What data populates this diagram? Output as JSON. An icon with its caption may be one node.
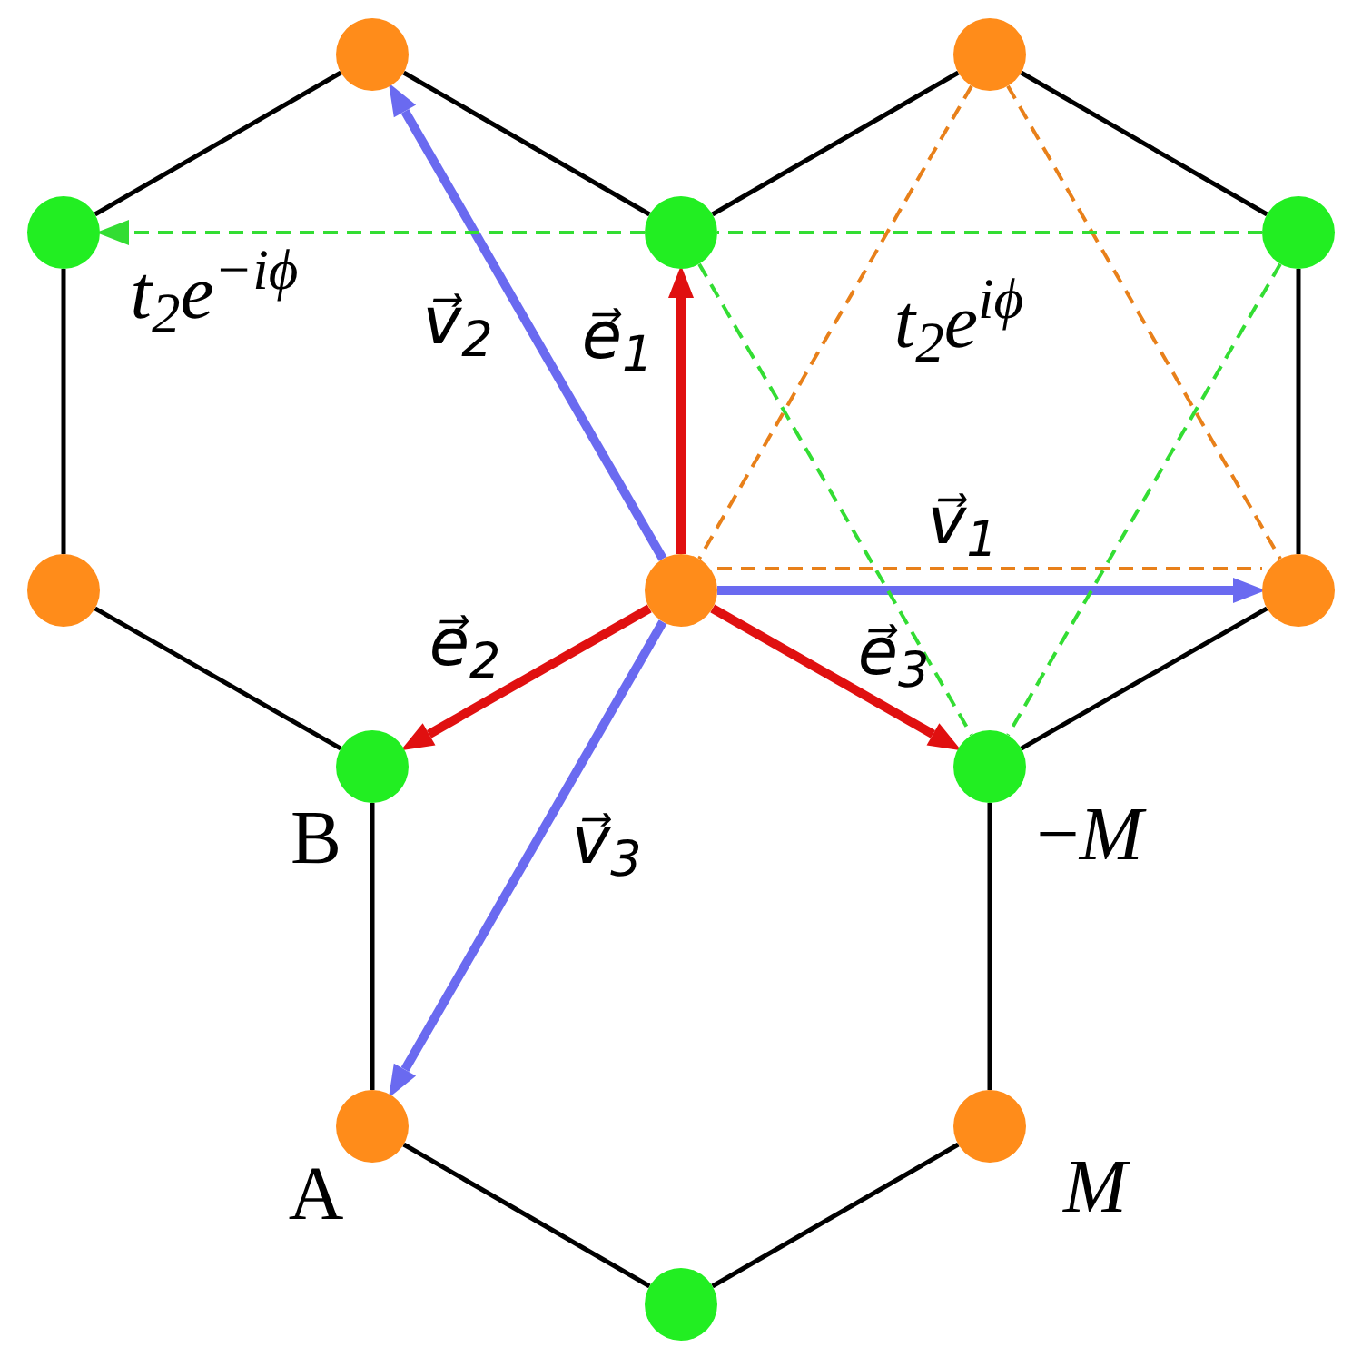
{
  "diagram": {
    "nodes": [
      {
        "text": [],
        "shape": "circle"
      },
      {
        "text": [],
        "shape": "circle"
      },
      {
        "text": [],
        "shape": "circle"
      },
      {
        "text": [],
        "shape": "circle"
      },
      {
        "text": [],
        "shape": "circle"
      },
      {
        "text": [],
        "shape": "circle"
      },
      {
        "text": [],
        "shape": "circle"
      },
      {
        "text": [],
        "shape": "circle"
      },
      {
        "text": [],
        "shape": "circle",
        "beside": [
          "B"
        ]
      },
      {
        "text": [],
        "shape": "circle",
        "beside": [
          "−*M*"
        ]
      },
      {
        "text": [],
        "shape": "circle",
        "beside": [
          "A"
        ]
      },
      {
        "text": [],
        "shape": "circle",
        "beside": [
          "*M*"
        ]
      },
      {
        "text": [],
        "shape": "circle"
      }
    ],
    "edges": [
      {
        "from": 0,
        "to": 2,
        "arrow": "none"
      },
      {
        "from": 0,
        "to": 3,
        "arrow": "none"
      },
      {
        "from": 3,
        "to": 1,
        "arrow": "none"
      },
      {
        "from": 1,
        "to": 4,
        "arrow": "none"
      },
      {
        "from": 2,
        "to": 5,
        "arrow": "none"
      },
      {
        "from": 4,
        "to": 7,
        "arrow": "none"
      },
      {
        "from": 5,
        "to": 8,
        "arrow": "none"
      },
      {
        "from": 7,
        "to": 9,
        "arrow": "none"
      },
      {
        "from": 8,
        "to": 10,
        "arrow": "none"
      },
      {
        "from": 10,
        "to": 12,
        "arrow": "none"
      },
      {
        "from": 12,
        "to": 11,
        "arrow": "none"
      },
      {
        "from": 11,
        "to": 9,
        "arrow": "none"
      },
      {
        "from": 6,
        "to": 3,
        "arrow": "to",
        "label": "e⃗$_{1}$",
        "style": "thick",
        "color": "#e01010"
      },
      {
        "from": 6,
        "to": 8,
        "arrow": "to",
        "label": "e⃗$_{2}$",
        "style": "thick",
        "color": "#e01010"
      },
      {
        "from": 6,
        "to": 9,
        "arrow": "to",
        "label": "e⃗$_{3}$",
        "style": "thick",
        "color": "#e01010"
      },
      {
        "from": 6,
        "to": 0,
        "arrow": "to",
        "label": "v⃗$_{2}$",
        "style": "thick",
        "color": "#6a6af0"
      },
      {
        "from": 6,
        "to": 7,
        "arrow": "to",
        "label": "v⃗$_{1}$",
        "style": "thick",
        "color": "#6a6af0"
      },
      {
        "from": 6,
        "to": 10,
        "arrow": "to",
        "label": "v⃗$_{3}$",
        "style": "thick",
        "color": "#6a6af0"
      },
      {
        "from": 3,
        "to": 2,
        "arrow": "to",
        "style": "dashed",
        "color": "#33dd33"
      },
      {
        "from": 3,
        "to": 9,
        "arrow": "none",
        "style": "dashed",
        "color": "#33dd33"
      },
      {
        "from": 4,
        "to": 9,
        "arrow": "none",
        "style": "dashed",
        "color": "#33dd33"
      },
      {
        "from": 1,
        "to": 6,
        "arrow": "none",
        "style": "dashed",
        "color": "#e8801a"
      },
      {
        "from": 1,
        "to": 7,
        "arrow": "none",
        "style": "dashed",
        "color": "#e8801a"
      },
      {
        "from": 6,
        "to": 7,
        "arrow": "none",
        "style": "dashed",
        "color": "#e8801a"
      },
      {
        "from": 4,
        "to": 3,
        "arrow": "none",
        "style": "dashed",
        "color": "#33dd33"
      }
    ],
    "labels": [
      "t$_{2}$e$^{−iϕ}$",
      "t$_{2}$e$^{iϕ}$"
    ]
  }
}
